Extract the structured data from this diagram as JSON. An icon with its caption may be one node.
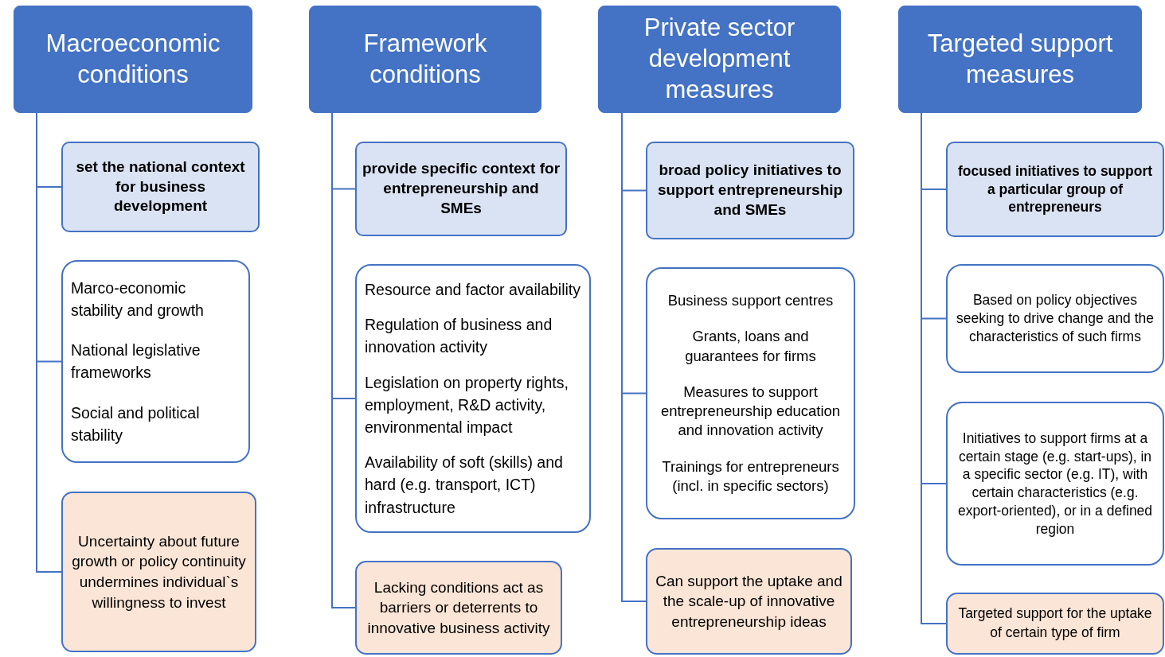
{
  "diagram": {
    "nodes": [
      {
        "text": [
          "Macroeconomic conditions"
        ]
      },
      {
        "text": [
          "set the national context for business development"
        ]
      },
      {
        "text": [
          "Marco-economic stability and growth",
          "National legislative frameworks",
          "Social and political stability"
        ]
      },
      {
        "text": [
          "Uncertainty about future growth or policy continuity undermines individual`s willingness to invest"
        ]
      },
      {
        "text": [
          "Framework conditions"
        ]
      },
      {
        "text": [
          "provide specific context for entrepreneurship and SMEs"
        ]
      },
      {
        "text": [
          "Resource and factor availability",
          "Regulation of business and innovation activity",
          "Legislation on property rights, employment, R&D activity, environmental impact",
          "Availability of soft (skills) and hard (e.g. transport, ICT) infrastructure"
        ]
      },
      {
        "text": [
          "Lacking conditions act as barriers or deterrents to innovative business activity"
        ]
      },
      {
        "text": [
          "Private sector development measures"
        ]
      },
      {
        "text": [
          "broad policy initiatives to support entrepreneurship and SMEs"
        ]
      },
      {
        "text": [
          "Business support centres",
          "Grants, loans and guarantees for firms",
          "Measures to support entrepreneurship education and innovation activity",
          "Trainings for entrepreneurs (incl. in specific sectors)"
        ]
      },
      {
        "text": [
          "Can support the uptake and the scale-up of innovative entrepreneurship ideas"
        ]
      },
      {
        "text": [
          "Targeted support measures"
        ]
      },
      {
        "text": [
          "focused initiatives to support a particular group of entrepreneurs"
        ]
      },
      {
        "text": [
          "Based on policy objectives seeking to drive change and the characteristics of such firms"
        ]
      },
      {
        "text": [
          "Initiatives to support firms at a certain stage (e.g. start-ups), in a specific sector (e.g. IT), with certain characteristics (e.g. export-oriented), or in a defined region"
        ]
      },
      {
        "text": [
          "Targeted support for the uptake of certain type of firm"
        ]
      }
    ],
    "edges": [
      {
        "from": 0,
        "to": 1,
        "arrow": "none"
      },
      {
        "from": 0,
        "to": 2,
        "arrow": "none"
      },
      {
        "from": 0,
        "to": 3,
        "arrow": "none"
      },
      {
        "from": 4,
        "to": 5,
        "arrow": "none"
      },
      {
        "from": 4,
        "to": 6,
        "arrow": "none"
      },
      {
        "from": 4,
        "to": 7,
        "arrow": "none"
      },
      {
        "from": 8,
        "to": 9,
        "arrow": "none"
      },
      {
        "from": 8,
        "to": 10,
        "arrow": "none"
      },
      {
        "from": 8,
        "to": 11,
        "arrow": "none"
      },
      {
        "from": 12,
        "to": 13,
        "arrow": "none"
      },
      {
        "from": 12,
        "to": 14,
        "arrow": "none"
      },
      {
        "from": 12,
        "to": 15,
        "arrow": "none"
      },
      {
        "from": 12,
        "to": 16,
        "arrow": "none"
      }
    ]
  }
}
